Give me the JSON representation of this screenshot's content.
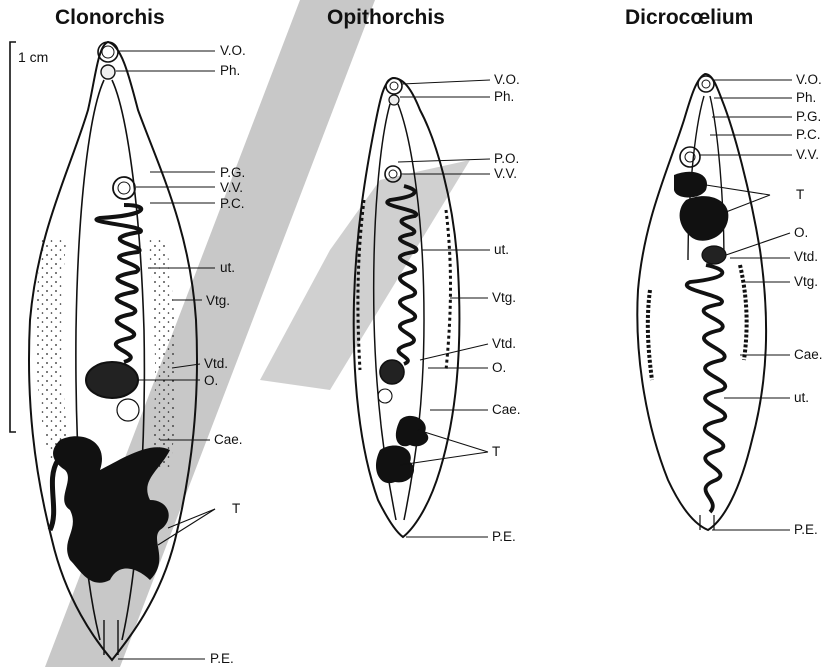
{
  "figure": {
    "scale_label": "1 cm",
    "colors": {
      "ink": "#111111",
      "watermark": "#c8c8c8",
      "background": "#ffffff"
    }
  },
  "species": [
    {
      "name": "Clonorchis",
      "labels": [
        "V.O.",
        "Ph.",
        "P.G.",
        "V.V.",
        "P.C.",
        "ut.",
        "Vtg.",
        "Vtd.",
        "O.",
        "Cae.",
        "T",
        "P.E."
      ]
    },
    {
      "name": "Opithorchis",
      "labels": [
        "V.O.",
        "Ph.",
        "P.O.",
        "V.V.",
        "ut.",
        "Vtg.",
        "Vtd.",
        "O.",
        "Cae.",
        "T",
        "P.E."
      ]
    },
    {
      "name": "Dicrocœlium",
      "labels": [
        "V.O.",
        "Ph.",
        "P.G.",
        "P.C.",
        "V.V.",
        "T",
        "O.",
        "Vtd.",
        "Vtg.",
        "Cae.",
        "ut.",
        "P.E."
      ]
    }
  ]
}
